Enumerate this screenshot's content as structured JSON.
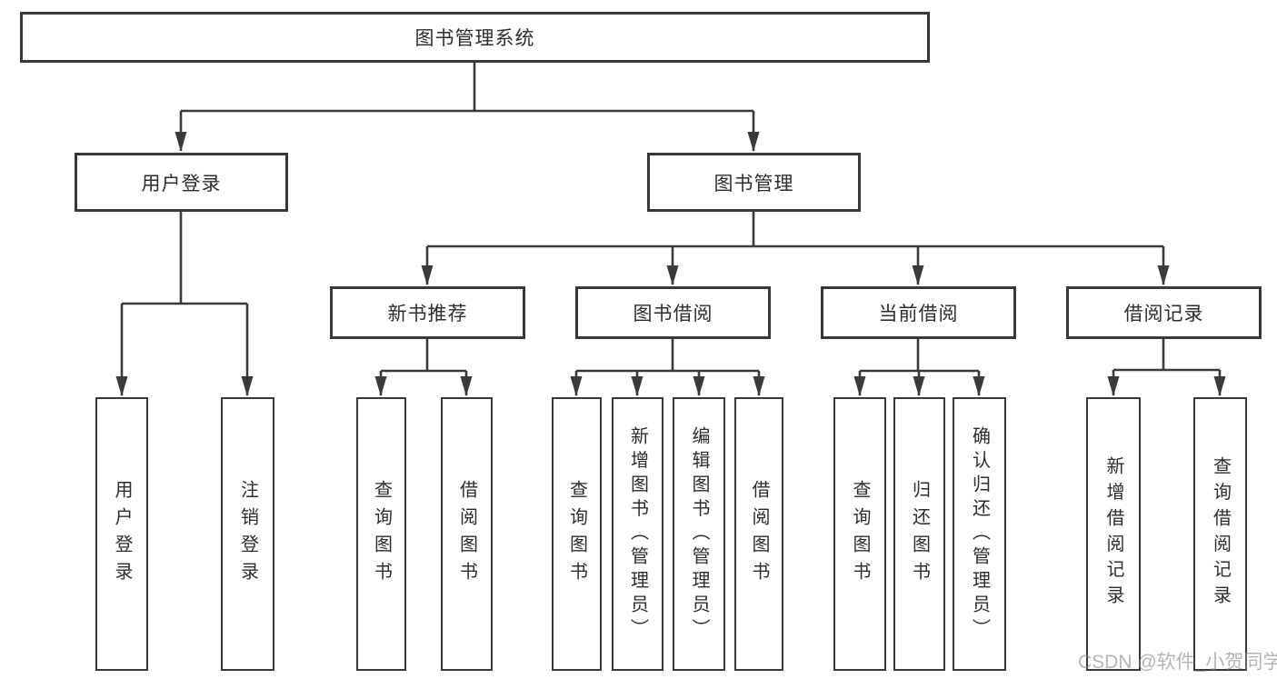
{
  "colors": {
    "background": "#ffffff",
    "line": "#3a3a3a",
    "box_border": "#383838",
    "text": "#2d2d2d",
    "watermark": "#8c8c8c"
  },
  "tree": {
    "root": "图书管理系统",
    "branches": [
      {
        "label": "用户登录",
        "leaves": [
          "用户登录",
          "注销登录"
        ]
      },
      {
        "label": "图书管理",
        "groups": [
          {
            "label": "新书推荐",
            "leaves": [
              "查询图书",
              "借阅图书"
            ]
          },
          {
            "label": "图书借阅",
            "leaves": [
              "查询图书",
              "新增图书（管理员）",
              "编辑图书（管理员）",
              "借阅图书"
            ]
          },
          {
            "label": "当前借阅",
            "leaves": [
              "查询图书",
              "归还图书",
              "确认归还（管理员）"
            ]
          },
          {
            "label": "借阅记录",
            "leaves": [
              "新增借阅记录",
              "查询借阅记录"
            ]
          }
        ]
      }
    ]
  },
  "watermark": "CSDN @软件_小贺同学"
}
